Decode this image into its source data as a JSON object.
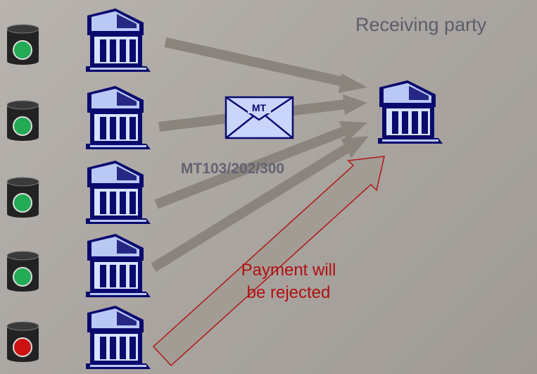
{
  "diagram": {
    "receiving_label": "Receiving party",
    "message_types_label": "MT103/202/300",
    "envelope_text": "MT",
    "reject_line1": "Payment will",
    "reject_line2": "be rejected"
  },
  "senders": [
    {
      "status": "ok",
      "status_color": "#22aa55"
    },
    {
      "status": "ok",
      "status_color": "#22aa55"
    },
    {
      "status": "ok",
      "status_color": "#22aa55"
    },
    {
      "status": "ok",
      "status_color": "#22aa55"
    },
    {
      "status": "blocked",
      "status_color": "#cc1111"
    }
  ],
  "colors": {
    "bank_dark": "#0a0a6e",
    "bank_light": "#d8e2ff",
    "arrow_gray": "#8a847d",
    "arrow_reject": "#b01010"
  }
}
